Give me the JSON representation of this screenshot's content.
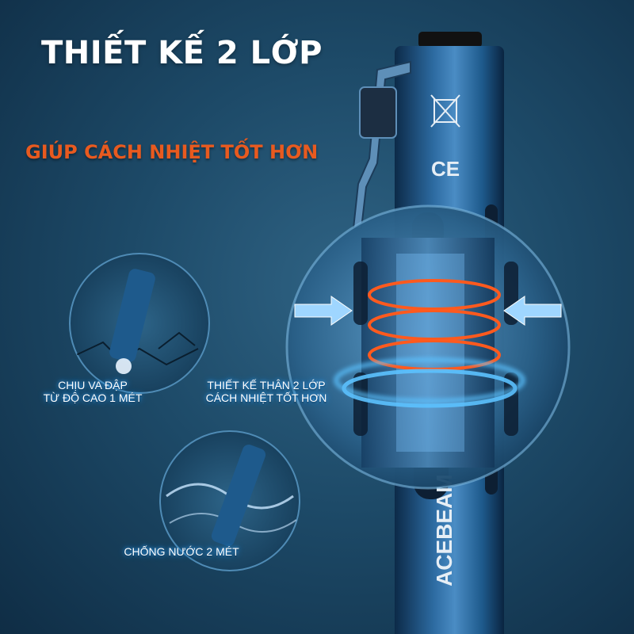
{
  "header": {
    "title": "THIẾT KẾ 2 LỚP",
    "subtitle": "GIÚP CÁCH NHIỆT TỐT HƠN"
  },
  "features": [
    {
      "line1": "CHỊU VA ĐẬP",
      "line2": "TỪ ĐỘ CAO 1 MÉT"
    },
    {
      "line1": "THIẾT KẾ THÂN 2 LỚP",
      "line2": "CÁCH NHIỆT TỐT HƠN"
    },
    {
      "line1": "CHỐNG NƯỚC 2 MÉT"
    }
  ],
  "product": {
    "brand_text": "ACEBEAM",
    "ce_mark": "CE",
    "accent_color": "#1e5a8c",
    "heat_ring_color": "#ff5a1e",
    "glow_color": "#39a8ff"
  }
}
